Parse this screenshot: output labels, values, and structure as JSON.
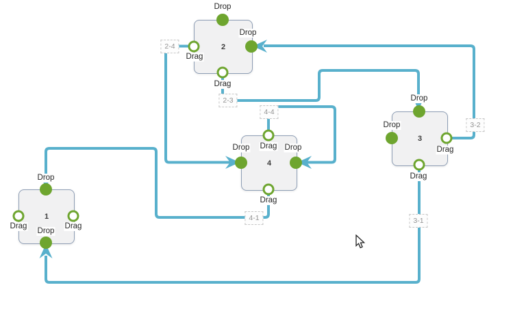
{
  "diagram": {
    "type": "flowchart-canvas",
    "colors": {
      "connector": "#58b0cc",
      "endpoint_green": "#6ea52f",
      "node_fill": "#f1f1f2",
      "node_border": "#8d9db4",
      "edge_label_text": "#929292",
      "canvas_background": "#ffffff"
    },
    "nodes": [
      {
        "id": "1",
        "label": "1",
        "ports": {
          "top": {
            "kind": "drop",
            "label": "Drop"
          },
          "left": {
            "kind": "drag",
            "label": "Drag"
          },
          "right": {
            "kind": "drag",
            "label": "Drag"
          },
          "bottom": {
            "kind": "drop",
            "label": "Drop"
          }
        }
      },
      {
        "id": "2",
        "label": "2",
        "ports": {
          "top": {
            "kind": "drop",
            "label": "Drop"
          },
          "left": {
            "kind": "drag",
            "label": "Drag"
          },
          "right": {
            "kind": "drop",
            "label": "Drop"
          },
          "bottom": {
            "kind": "drag",
            "label": "Drag"
          }
        }
      },
      {
        "id": "3",
        "label": "3",
        "ports": {
          "top": {
            "kind": "drop",
            "label": "Drop"
          },
          "left": {
            "kind": "drop",
            "label": "Drop"
          },
          "right": {
            "kind": "drag",
            "label": "Drag"
          },
          "bottom": {
            "kind": "drag",
            "label": "Drag"
          }
        }
      },
      {
        "id": "4",
        "label": "4",
        "ports": {
          "top": {
            "kind": "drag",
            "label": "Drag"
          },
          "left": {
            "kind": "drop",
            "label": "Drop"
          },
          "right": {
            "kind": "drop",
            "label": "Drop"
          },
          "bottom": {
            "kind": "drag",
            "label": "Drag"
          }
        }
      }
    ],
    "edges": [
      {
        "id": "2-4",
        "label": "2-4",
        "from": "node 2 left drag",
        "to": "node 4 left drop"
      },
      {
        "id": "2-3",
        "label": "2-3",
        "from": "node 2 bottom drag",
        "to": "node 3 top drop"
      },
      {
        "id": "4-4",
        "label": "4-4",
        "from": "node 4 top drag",
        "to": "node 4 right drop"
      },
      {
        "id": "4-1",
        "label": "4-1",
        "from": "node 4 bottom drag",
        "to": "node 1 top drop"
      },
      {
        "id": "3-2",
        "label": "3-2",
        "from": "node 3 right drag",
        "to": "node 2 right drop"
      },
      {
        "id": "3-1",
        "label": "3-1",
        "from": "node 3 bottom drag",
        "to": "node 1 bottom drop"
      }
    ]
  }
}
